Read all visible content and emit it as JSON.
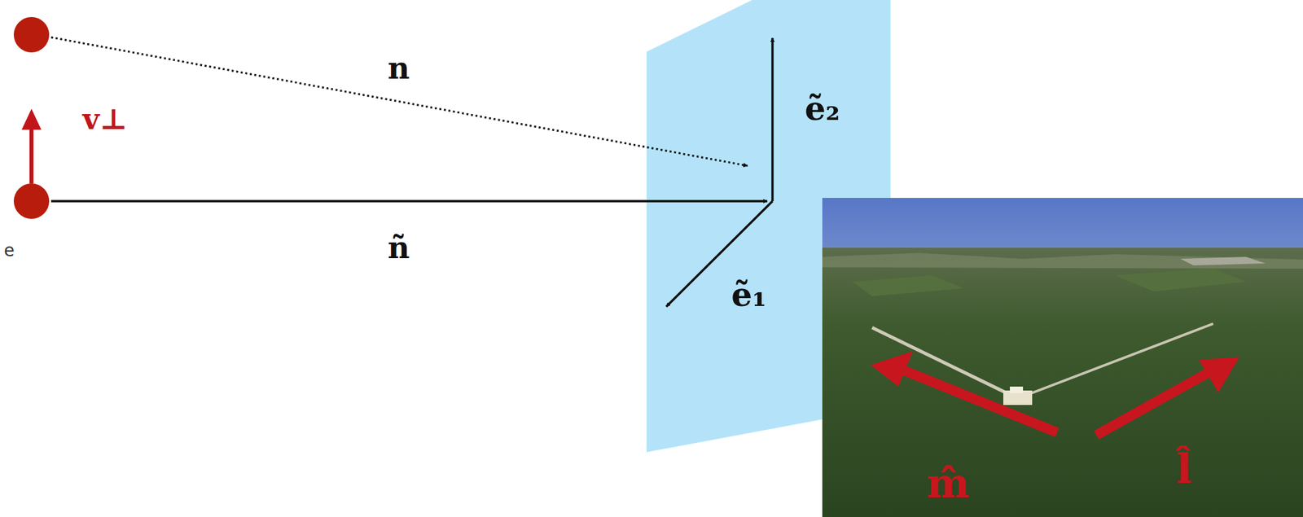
{
  "diagram": {
    "labels": [
      "n",
      "ñ",
      "v⊥",
      "ẽ₂",
      "ẽ₁",
      "m̂",
      "l̂",
      "e"
    ]
  }
}
